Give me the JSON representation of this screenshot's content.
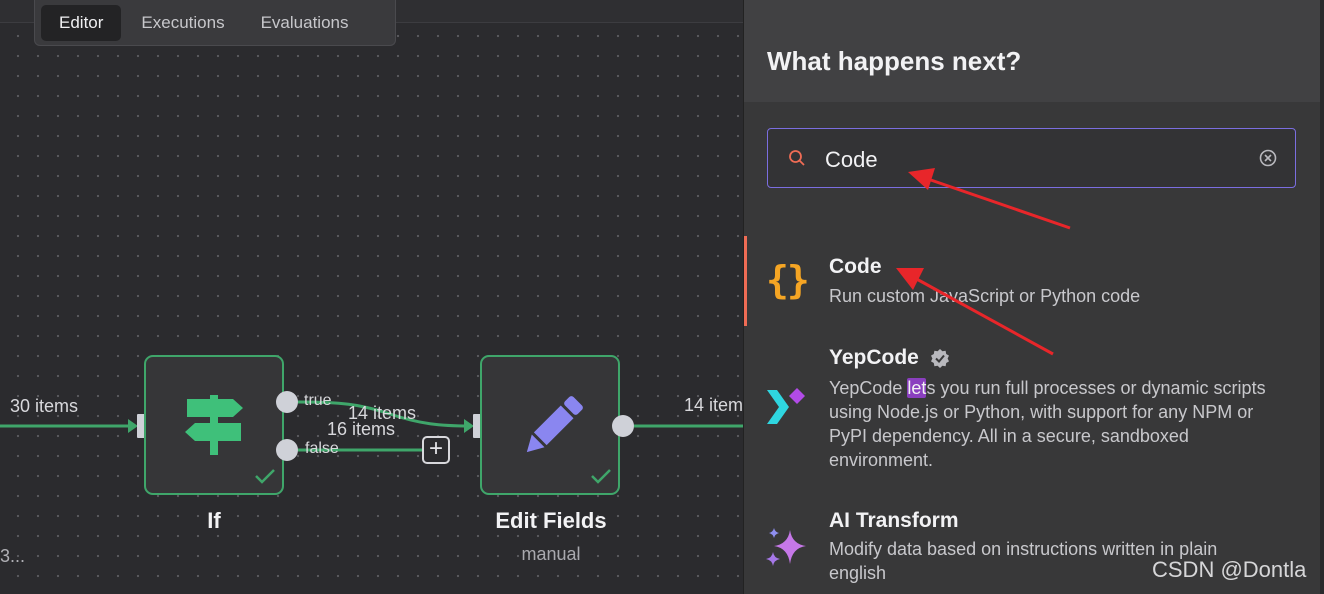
{
  "tabs": {
    "editor": "Editor",
    "executions": "Executions",
    "evaluations": "Evaluations"
  },
  "canvas": {
    "left_edge_label": "30 items",
    "truncated_label": "3...",
    "if_node": {
      "title": "If",
      "true_label": "true",
      "false_label": "false"
    },
    "true_edge_label": "14 items",
    "false_edge_label": "16 items",
    "edit_node": {
      "title": "Edit Fields",
      "subtitle": "manual"
    },
    "right_edge_label": "14 item"
  },
  "panel": {
    "title": "What happens next?",
    "search": {
      "value": "Code"
    },
    "results": [
      {
        "title": "Code",
        "description": "Run custom JavaScript or Python code"
      },
      {
        "title": "YepCode",
        "description_pre": "YepCode ",
        "description_hl": "let",
        "description_post": "s you run full processes or dynamic scripts using Node.js or Python, with support for any NPM or PyPI dependency. All in a secure, sandboxed environment."
      },
      {
        "title": "AI Transform",
        "description": "Modify data based on instructions written in plain english"
      }
    ]
  },
  "watermark": "CSDN @Dontla",
  "colors": {
    "accent_purple": "#7b6ee0",
    "node_green": "#3fa66a",
    "selected_bar": "#ef6c55",
    "code_icon_orange": "#f5a524",
    "arrow_red": "#e8262a"
  }
}
